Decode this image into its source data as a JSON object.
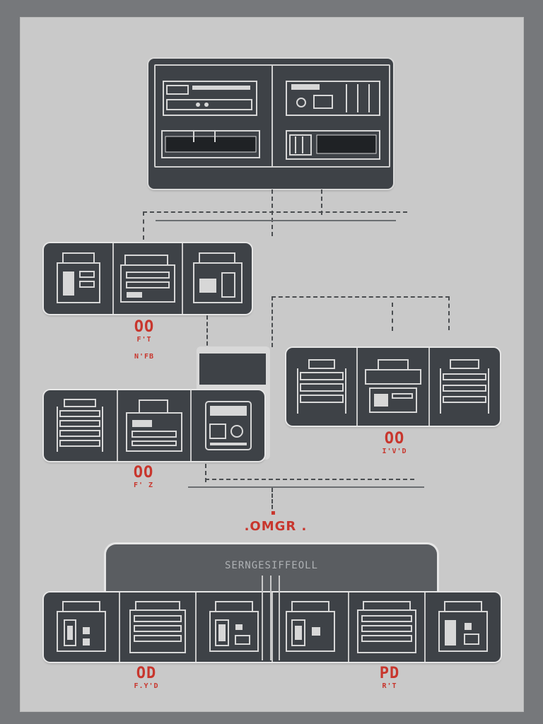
{
  "colors": {
    "background": "#76787b",
    "sheet": "#c9c9c9",
    "node_fill": "#3e4247",
    "node_border": "#e6e6e6",
    "label_red": "#c8362d",
    "base_fill": "#5a5d61"
  },
  "labels": {
    "node_a": {
      "code": "OO",
      "sub1": "F'T",
      "sub2": "N'FB"
    },
    "node_b": {
      "code": "OO",
      "sub": "I'V'D"
    },
    "node_c": {
      "code": "OO",
      "sub": "F' Z"
    },
    "node_d": {
      "code": "OD",
      "sub": "F.Y'D"
    },
    "node_e": {
      "code": "PD",
      "sub": "R'T"
    },
    "center_mark": ".OMGR .",
    "center_tick": "▪",
    "base_title": "SERNGESIFFEOLL"
  },
  "icons": {
    "top_panel": [
      "rack-unit-icon",
      "rack-unit-icon",
      "rack-unit-icon",
      "rack-unit-icon"
    ],
    "node_upper_left": [
      "server-icon",
      "printer-icon",
      "server-icon"
    ],
    "node_lower_left": [
      "rack-icon",
      "printer-icon",
      "storage-icon"
    ],
    "node_right": [
      "rack-icon",
      "printer-icon",
      "rack-icon"
    ],
    "node_base": [
      "server-icon",
      "rack-icon",
      "server-icon",
      "server-icon",
      "rack-icon",
      "server-icon"
    ]
  }
}
